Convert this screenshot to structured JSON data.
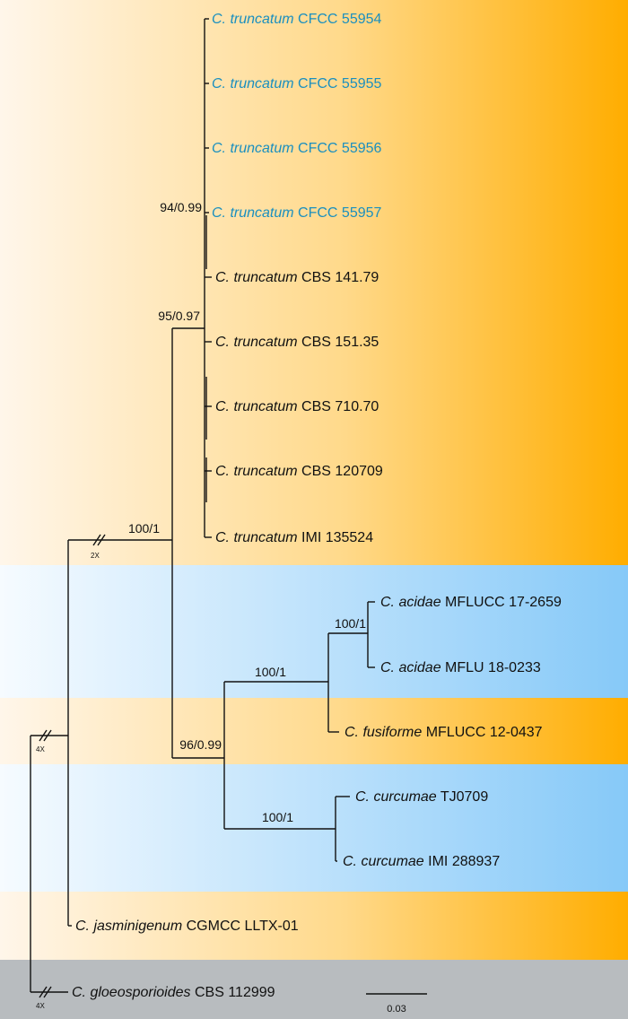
{
  "colors": {
    "orange_light": "#fff6ea",
    "orange_mid": "#ffd98a",
    "orange_dark": "#ffad00",
    "blue_light": "#f6fbff",
    "blue_dark": "#86c9f8",
    "gray": "#b8bcbf",
    "highlight_text": "#1a8fbf",
    "text": "#111111"
  },
  "taxa": [
    {
      "genus": "C. truncatum",
      "strain": "CFCC 55954",
      "highlight": true
    },
    {
      "genus": "C. truncatum",
      "strain": "CFCC 55955",
      "highlight": true
    },
    {
      "genus": "C. truncatum",
      "strain": "CFCC 55956",
      "highlight": true
    },
    {
      "genus": "C. truncatum",
      "strain": "CFCC 55957",
      "highlight": true
    },
    {
      "genus": "C. truncatum",
      "strain": "CBS 141.79",
      "highlight": false
    },
    {
      "genus": "C. truncatum",
      "strain": "CBS 151.35",
      "highlight": false
    },
    {
      "genus": "C. truncatum",
      "strain": "CBS 710.70",
      "highlight": false
    },
    {
      "genus": "C. truncatum",
      "strain": "CBS 120709",
      "highlight": false
    },
    {
      "genus": "C. truncatum",
      "strain": "IMI 135524",
      "highlight": false
    },
    {
      "genus": "C. acidae",
      "strain": "MFLUCC 17-2659",
      "highlight": false
    },
    {
      "genus": "C. acidae",
      "strain": "MFLU 18-0233",
      "highlight": false
    },
    {
      "genus": "C. fusiforme",
      "strain": "MFLUCC 12-0437",
      "highlight": false
    },
    {
      "genus": "C. curcumae",
      "strain": "TJ0709",
      "highlight": false
    },
    {
      "genus": "C. curcumae",
      "strain": "IMI 288937",
      "highlight": false
    },
    {
      "genus": "C. jasminigenum",
      "strain": "CGMCC LLTX-01",
      "highlight": false
    },
    {
      "genus": "C. gloeosporioides",
      "strain": "CBS 112999",
      "highlight": false
    }
  ],
  "supports": [
    "94/0.99",
    "95/0.97",
    "100/1",
    "100/1",
    "100/1",
    "96/0.99",
    "100/1"
  ],
  "multipliers": [
    "2X",
    "4X",
    "4X"
  ],
  "scale_bar": {
    "label": "0.03"
  }
}
